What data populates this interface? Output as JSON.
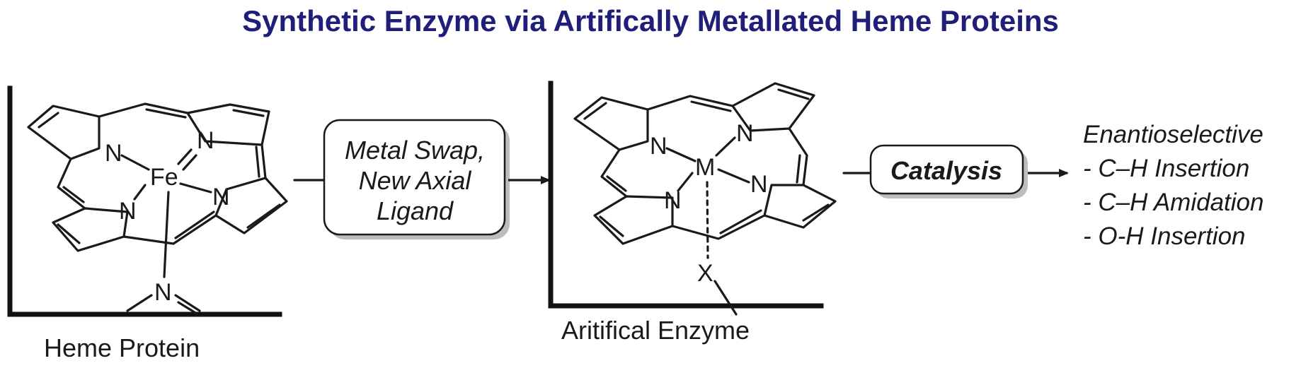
{
  "title": "Synthetic Enzyme via Artifically Metallated Heme Proteins",
  "colors": {
    "title": "#1f1f7a",
    "ink": "#1a1a1a",
    "box_fill": "#ffffff",
    "box_shadow": "#bdbdbd"
  },
  "left_structure": {
    "label": "Heme Protein",
    "metal": "Fe",
    "nitrogen": "N"
  },
  "step_box": {
    "lines": [
      "Metal Swap,",
      "New Axial",
      "Ligand"
    ]
  },
  "right_structure": {
    "label": "Aritifical Enzyme",
    "metal": "M",
    "nitrogen": "N",
    "axial_ligand": "X"
  },
  "catalysis_box": {
    "label": "Catalysis"
  },
  "outcomes": [
    "Enantioselective",
    "- C–H Insertion",
    "- C–H Amidation",
    "- O-H Insertion"
  ]
}
